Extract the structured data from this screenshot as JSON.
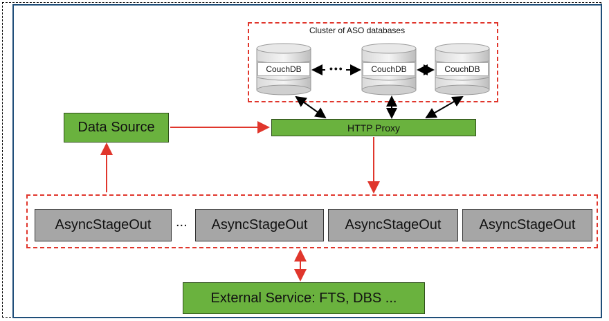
{
  "cluster": {
    "title": "Cluster of ASO databases",
    "databases": [
      "CouchDB",
      "CouchDB",
      "CouchDB"
    ],
    "ellipsis": "•••"
  },
  "proxy": {
    "label": "HTTP Proxy"
  },
  "source": {
    "label": "Data Source"
  },
  "stageouts": {
    "items": [
      "AsyncStageOut",
      "AsyncStageOut",
      "AsyncStageOut",
      "AsyncStageOut"
    ],
    "ellipsis": "..."
  },
  "external": {
    "label": "External Service: FTS, DBS ..."
  },
  "colors": {
    "green_box": "#6ab23e",
    "grey_box": "#a6a6a6",
    "red_arrow": "#e0362c",
    "dashed_border": "#e0362c",
    "frame_border": "#1f4e79"
  }
}
